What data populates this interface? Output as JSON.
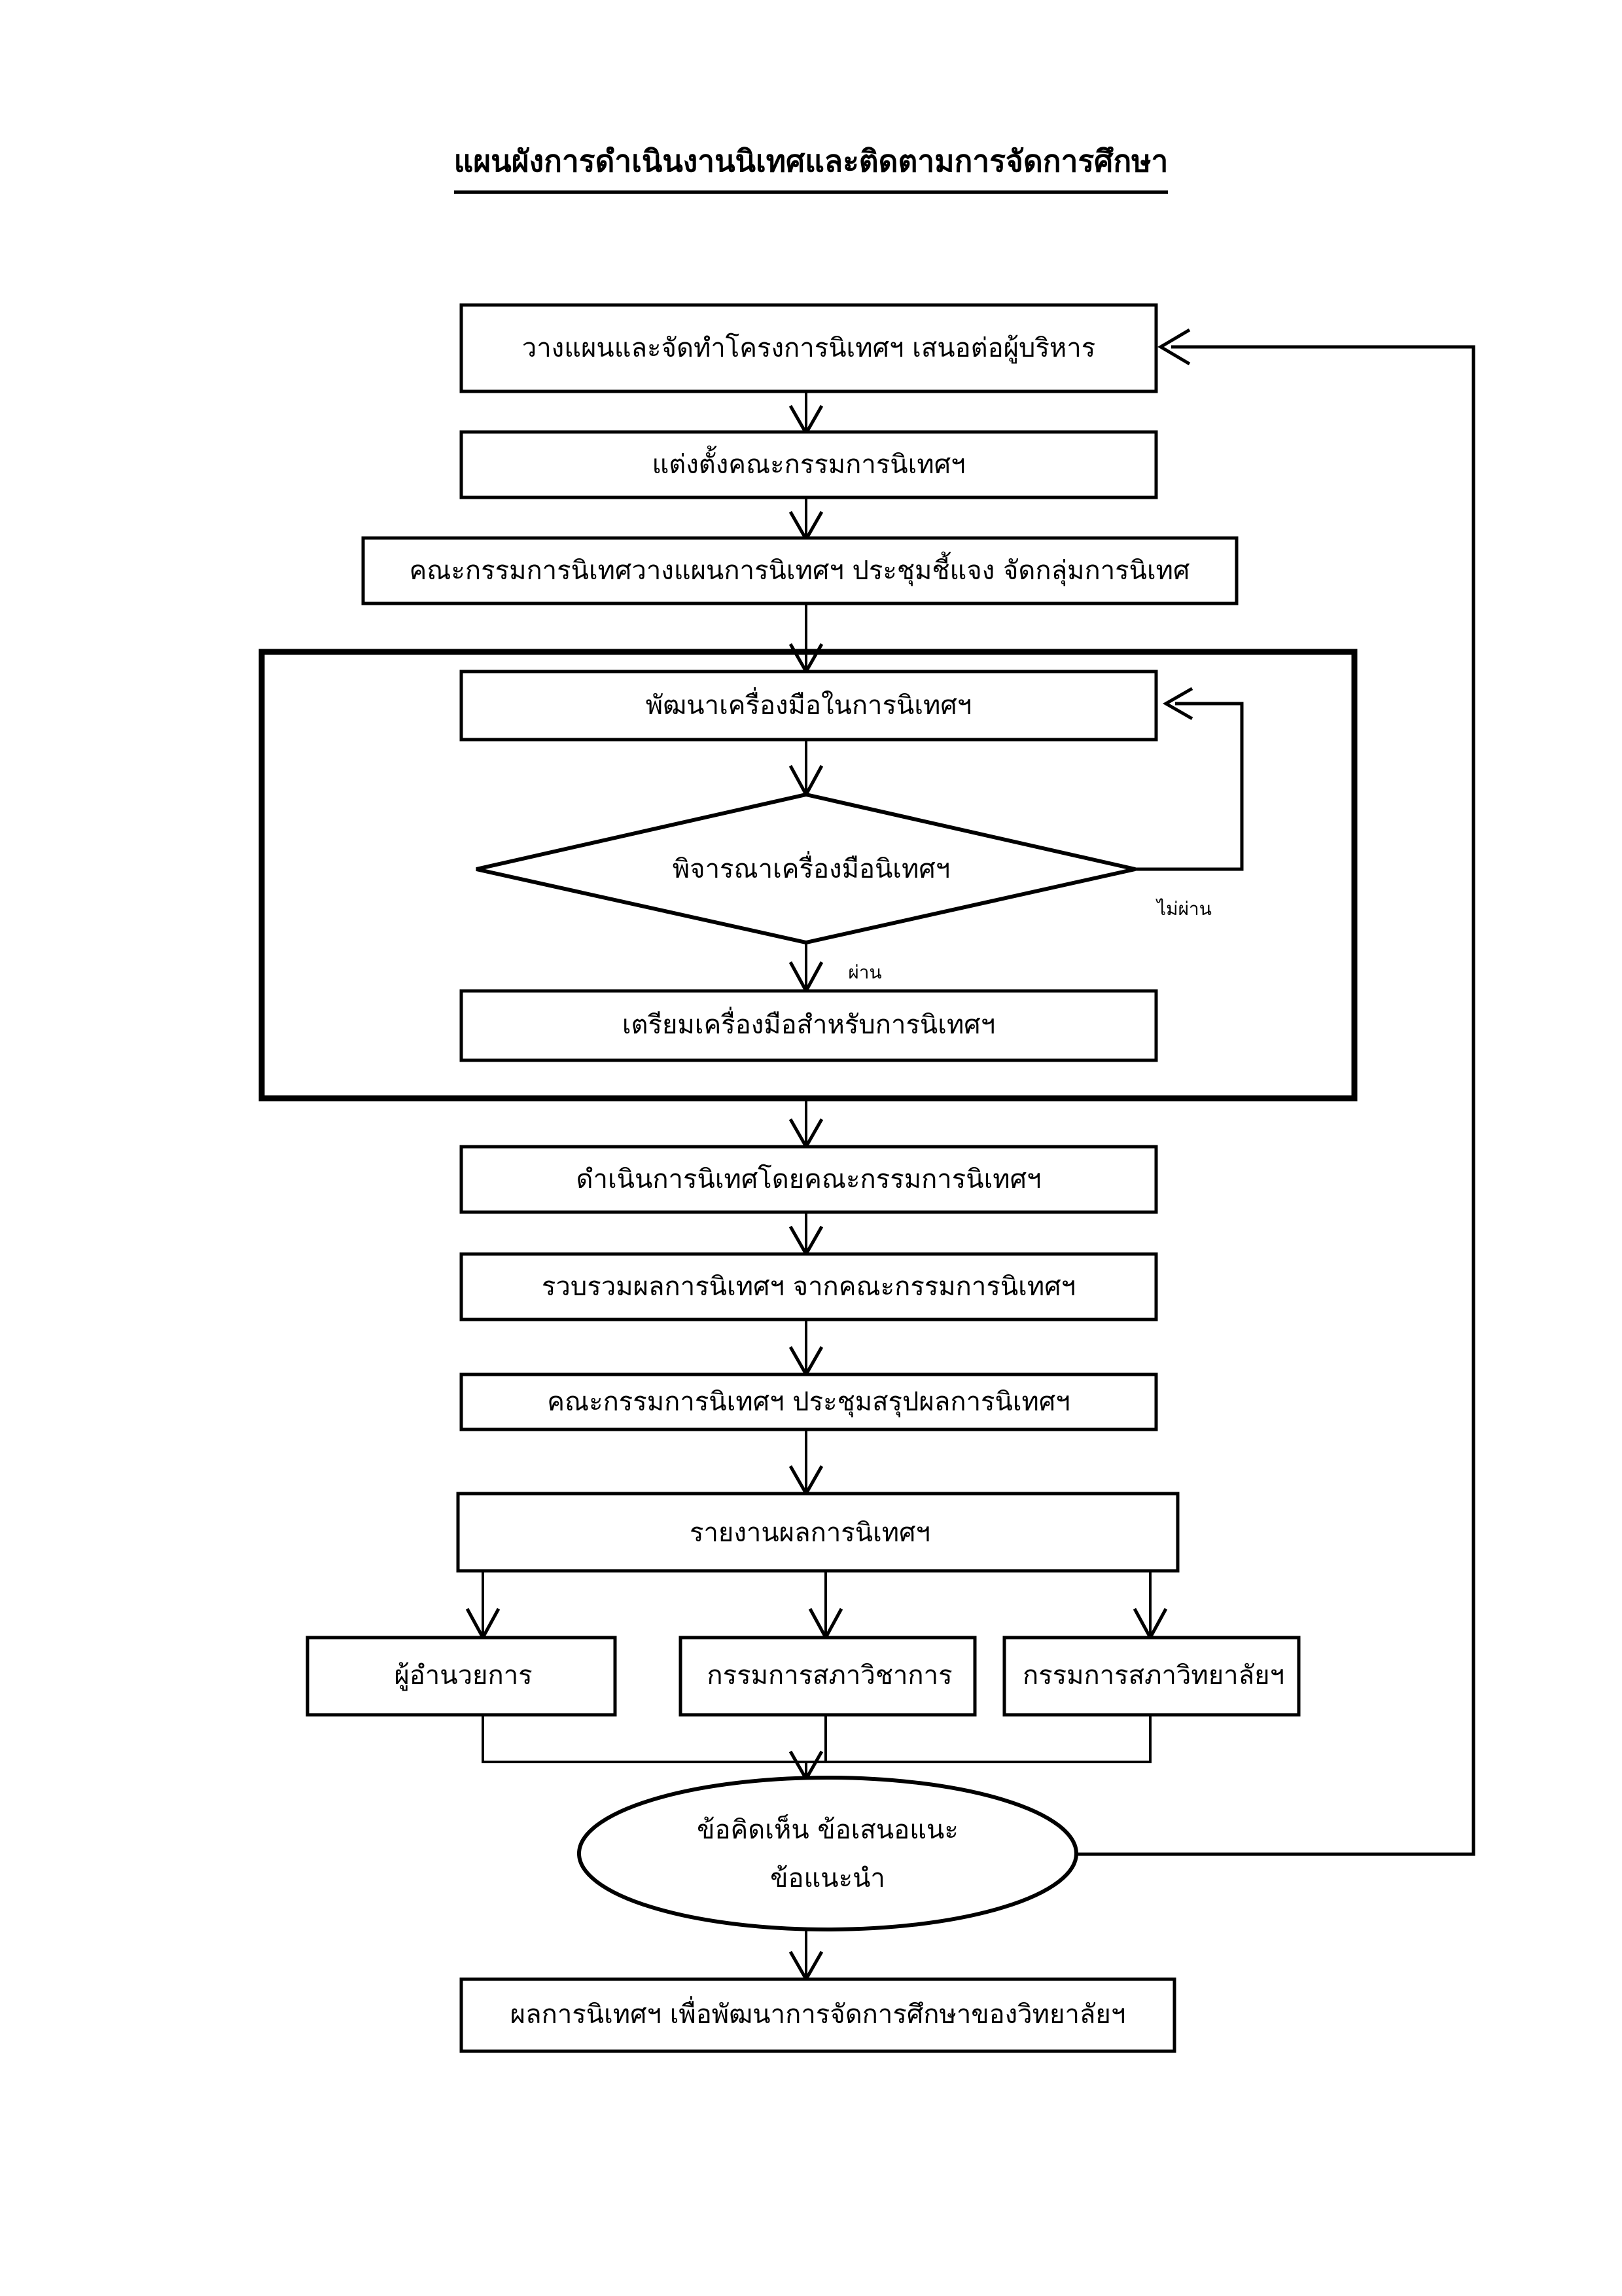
{
  "document": {
    "title": "แผนผังการดำเนินงานนิเทศและติดตามการจัดการศึกษา"
  },
  "flow": {
    "nodes": {
      "plan": {
        "label": "วางแผนและจัดทำโครงการนิเทศฯ เสนอต่อผู้บริหาร",
        "shape": "process"
      },
      "appoint": {
        "label": "แต่งตั้งคณะกรรมการนิเทศฯ",
        "shape": "process"
      },
      "committee_plan": {
        "label": "คณะกรรมการนิเทศวางแผนการนิเทศฯ ประชุมชี้แจง จัดกลุ่มการนิเทศ",
        "shape": "process"
      },
      "develop_tools": {
        "label": "พัฒนาเครื่องมือในการนิเทศฯ",
        "shape": "process"
      },
      "review_tools": {
        "label": "พิจารณาเครื่องมือนิเทศฯ",
        "shape": "decision"
      },
      "prepare_tools": {
        "label": "เตรียมเครื่องมือสำหรับการนิเทศฯ",
        "shape": "process"
      },
      "conduct": {
        "label": "ดำเนินการนิเทศโดยคณะกรรมการนิเทศฯ",
        "shape": "process"
      },
      "collect": {
        "label": "รวบรวมผลการนิเทศฯ จากคณะกรรมการนิเทศฯ",
        "shape": "process"
      },
      "summarize": {
        "label": "คณะกรรมการนิเทศฯ ประชุมสรุปผลการนิเทศฯ",
        "shape": "process"
      },
      "report": {
        "label": "รายงานผลการนิเทศฯ",
        "shape": "process"
      },
      "director": {
        "label": "ผู้อำนวยการ",
        "shape": "process"
      },
      "academic_council": {
        "label": "กรรมการสภาวิชาการ",
        "shape": "process"
      },
      "college_council": {
        "label": "กรรมการสภาวิทยาลัยฯ",
        "shape": "process"
      },
      "feedback_line1": {
        "label": "ข้อคิดเห็น ข้อเสนอแนะ",
        "shape": "ellipse"
      },
      "feedback_line2": {
        "label": "ข้อแนะนำ",
        "shape": "ellipse"
      },
      "outcome": {
        "label": "ผลการนิเทศฯ เพื่อพัฒนาการจัดการศึกษาของวิทยาลัยฯ",
        "shape": "process"
      }
    },
    "edge_labels": {
      "fail": "ไม่ผ่าน",
      "pass": "ผ่าน"
    }
  },
  "colors": {
    "stroke": "#000000",
    "fill": "#ffffff",
    "background": "#ffffff"
  }
}
